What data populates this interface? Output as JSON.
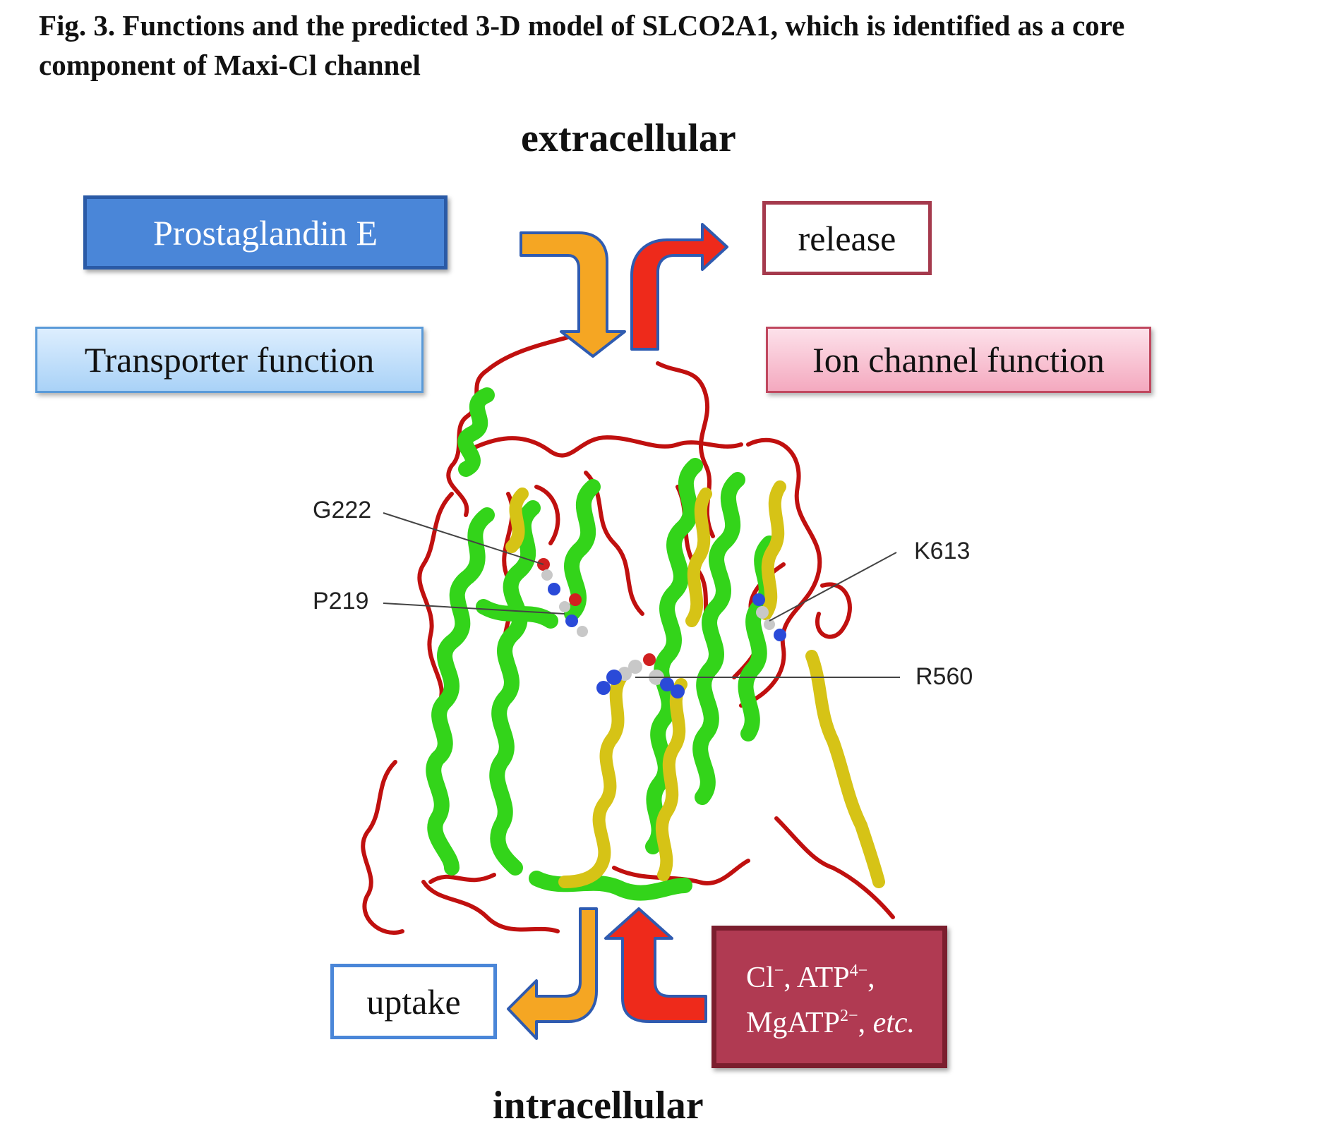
{
  "caption": {
    "line1": "Fig. 3. Functions and the predicted 3-D model of SLCO2A1, which is identified as a core",
    "line2": "component of Maxi-Cl channel"
  },
  "regions": {
    "top": "extracellular",
    "bottom": "intracellular"
  },
  "boxes": {
    "prostaglandin": "Prostaglandin E",
    "transporter": "Transporter function",
    "release": "release",
    "ion_channel": "Ion channel function",
    "uptake": "uptake",
    "ions": {
      "cl": "Cl",
      "cl_charge": "−",
      "atp": "ATP",
      "atp_charge": "4−",
      "mgatp": "MgATP",
      "mgatp_charge": "2−",
      "etc": "etc."
    }
  },
  "residues": {
    "g222": "G222",
    "p219": "P219",
    "k613": "K613",
    "r560": "R560"
  },
  "colors": {
    "helix_green": "#33d41a",
    "helix_yellow": "#d6c316",
    "loop_red": "#c0100f",
    "arrow_orange": "#f5a623",
    "arrow_red": "#ee2a1b",
    "arrow_outline": "#2f5bb0"
  }
}
